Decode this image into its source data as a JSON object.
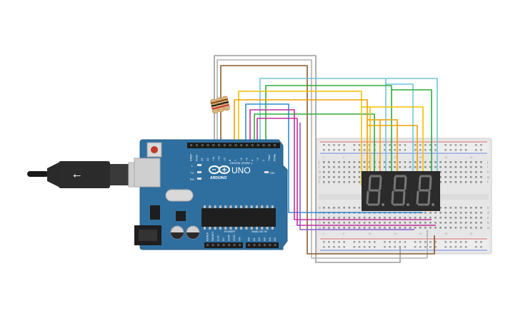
{
  "board": {
    "brand_text": "UNO",
    "logo_text": "ARDUINO",
    "digital_label": "DIGITAL (PWM~)",
    "power_label": "POWER",
    "analog_label": "ANALOG IN",
    "on_label": "ON",
    "l_label": "L",
    "tx_label": "TX",
    "rx_label": "RX",
    "digital_pins": [
      "AREF",
      "GND",
      "13",
      "12",
      "~11",
      "~10",
      "~9",
      "8",
      "7",
      "~6",
      "~5",
      "4",
      "~3",
      "2",
      "TX▸1",
      "RX◂0"
    ],
    "power_pins": [
      "IOREF",
      "RESET",
      "3.3V",
      "5V",
      "GND",
      "GND",
      "Vin"
    ],
    "analog_pins": [
      "A0",
      "A1",
      "A2",
      "A3",
      "A4",
      "A5"
    ]
  },
  "breadboard": {
    "row_letters_top": [
      "j",
      "i",
      "h",
      "g",
      "f"
    ],
    "row_letters_bottom": [
      "e",
      "d",
      "c",
      "b",
      "a"
    ],
    "column_numbers": [
      "1",
      "5",
      "10",
      "15",
      "20",
      "25",
      "30"
    ]
  },
  "display": {
    "digit_count": 3,
    "segment_color": "#777777",
    "body_color": "#2b2b2b"
  },
  "colors": {
    "board": "#2f6f9f",
    "wire_orange": "#f0a000",
    "wire_green": "#2eab3a",
    "wire_lightblue": "#6ec6da",
    "wire_yellow": "#f2c200",
    "wire_magenta": "#c42d9a",
    "wire_purple": "#8a5bd6",
    "wire_blue": "#2e8cd2",
    "wire_brown": "#8a5a2a",
    "wire_gray": "#9a9a9a",
    "rail_red": "#d23a3a",
    "rail_blue": "#3a5ad2"
  }
}
